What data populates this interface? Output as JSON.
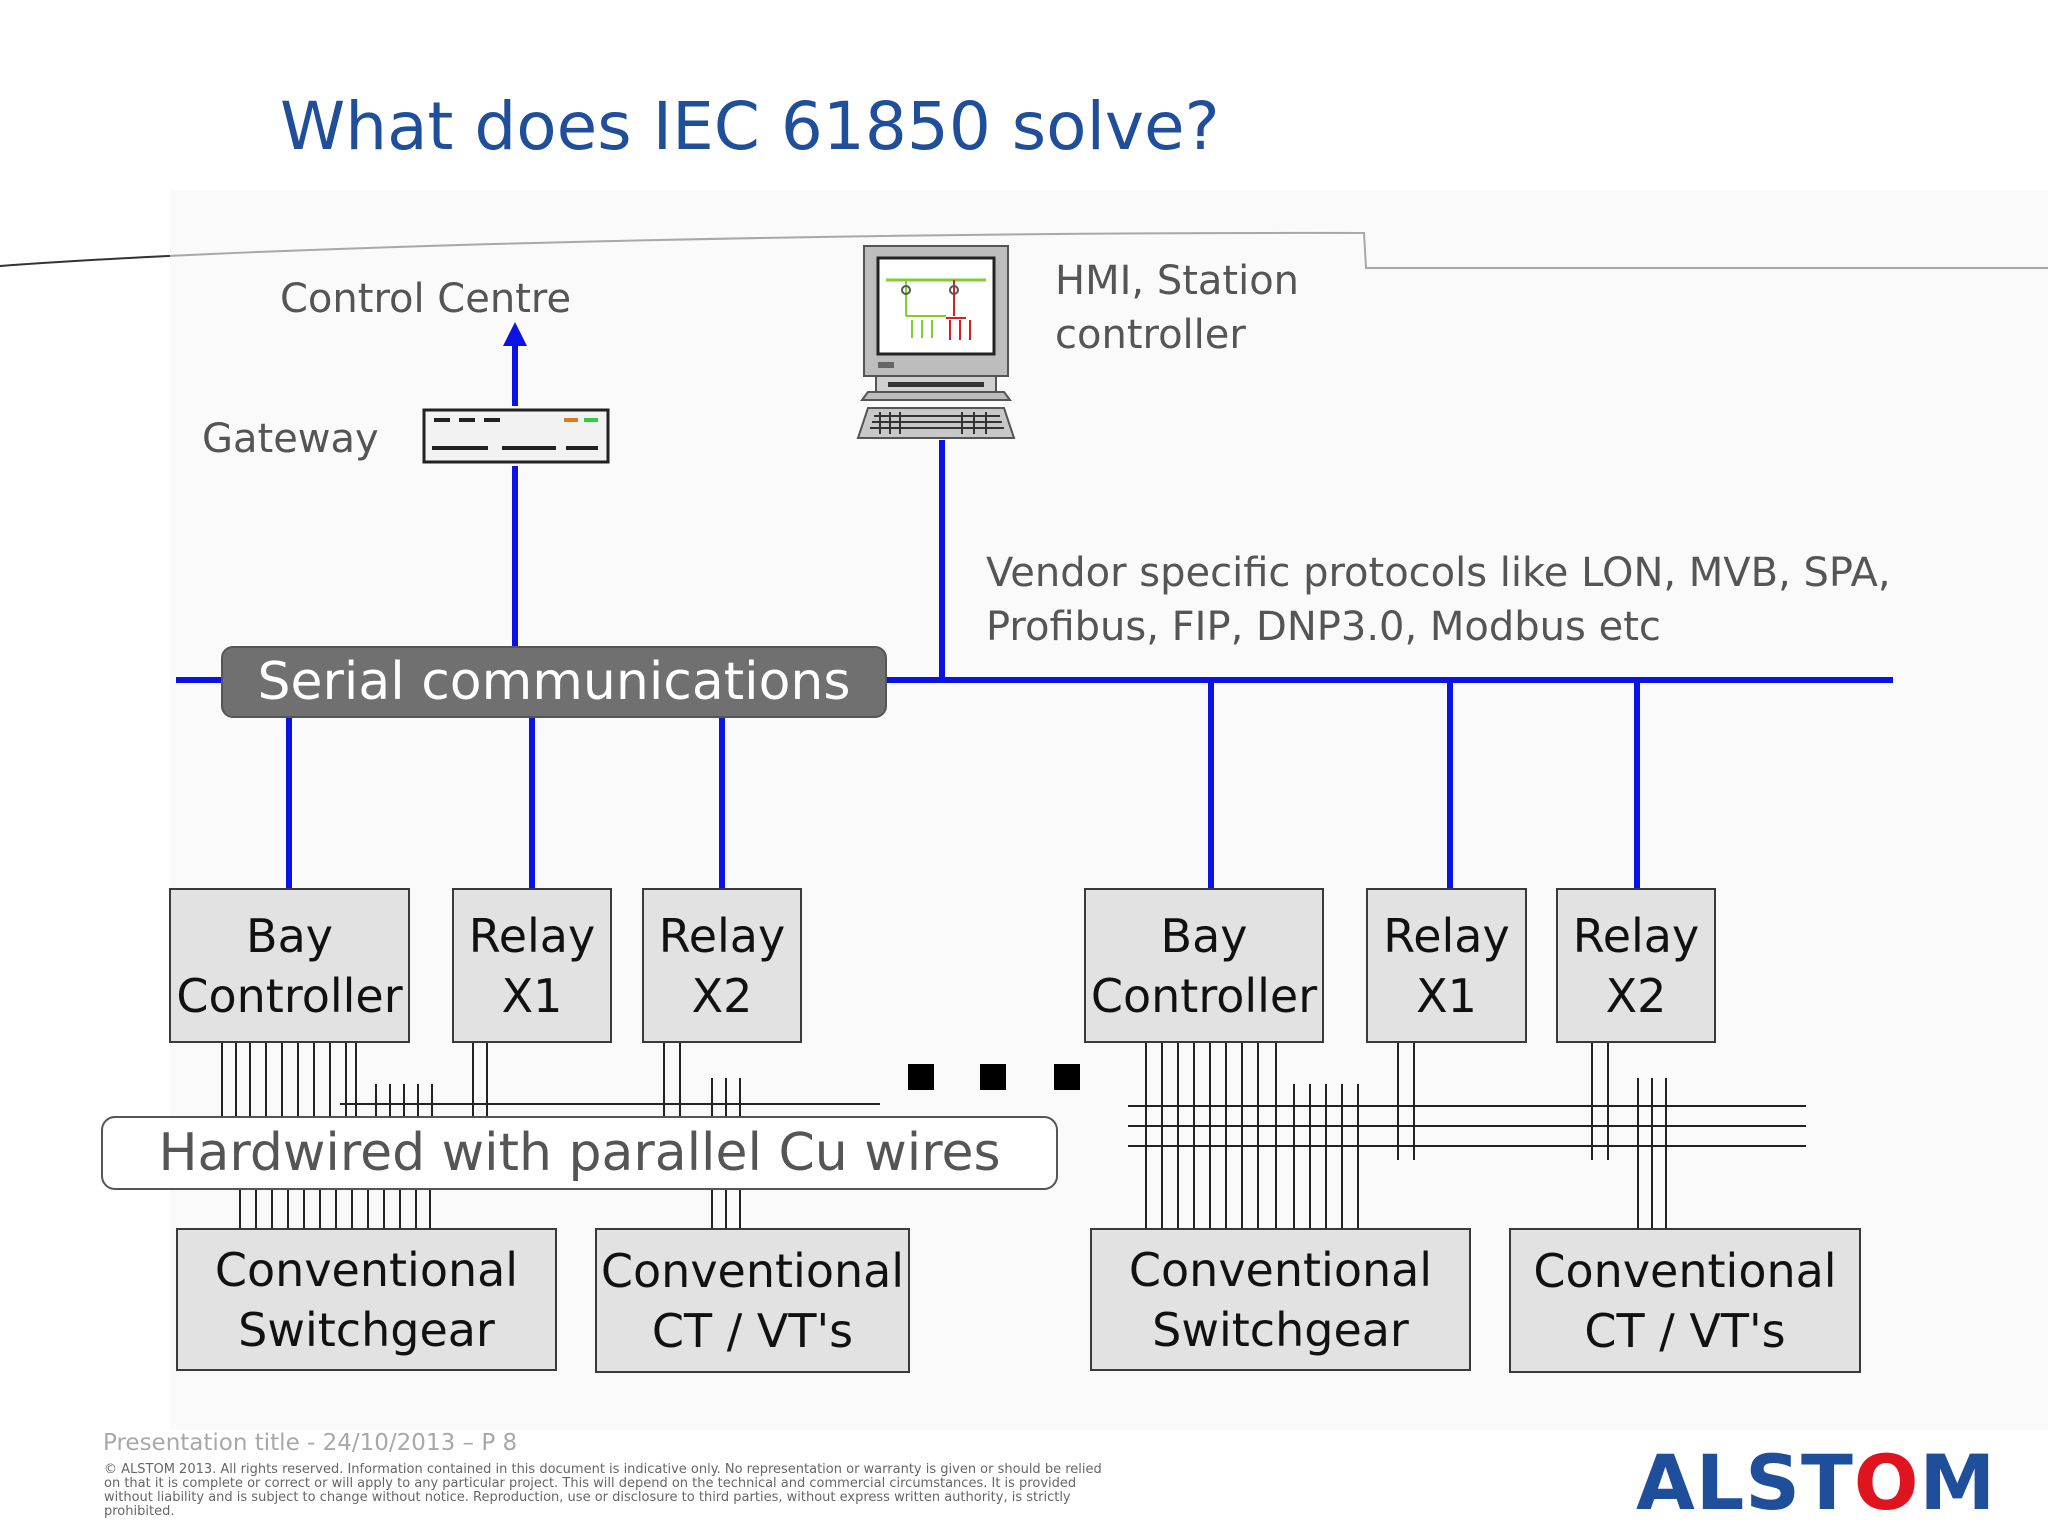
{
  "title": "What does IEC 61850 solve?",
  "labels": {
    "control_centre": "Control Centre",
    "gateway": "Gateway",
    "hmi_line1": "HMI, Station",
    "hmi_line2": "controller",
    "protocols_line1": "Vendor specific protocols like LON, MVB, SPA,",
    "protocols_line2": "Profibus, FIP, DNP3.0, Modbus etc",
    "serial": "Serial communications",
    "hardwired": "Hardwired with parallel Cu wires"
  },
  "boxes": {
    "bay_left": [
      "Bay",
      "Controller"
    ],
    "relay_x1_left": [
      "Relay",
      "X1"
    ],
    "relay_x2_left": [
      "Relay",
      "X2"
    ],
    "bay_right": [
      "Bay",
      "Controller"
    ],
    "relay_x1_right": [
      "Relay",
      "X1"
    ],
    "relay_x2_right": [
      "Relay",
      "X2"
    ],
    "switchgear_left": [
      "Conventional",
      "Switchgear"
    ],
    "ctvt_left": [
      "Conventional",
      "CT / VT's"
    ],
    "switchgear_right": [
      "Conventional",
      "Switchgear"
    ],
    "ctvt_right": [
      "Conventional",
      "CT / VT's"
    ]
  },
  "footer": {
    "presentation": "Presentation title - 24/10/2013 – P 8",
    "copyright": "© ALSTOM 2013. All rights reserved. Information contained in this document is indicative only. No representation or warranty is given or should be relied on that it is complete or correct or will apply to any particular project. This will depend on the technical and commercial circumstances. It is provided without liability and is subject to change without notice. Reproduction, use or disclosure to third parties, without express written authority, is strictly prohibited.",
    "logo_pre": "ALST",
    "logo_o": "O",
    "logo_post": "M"
  },
  "colors": {
    "title": "#1f4e9a",
    "bus_line": "#0a12e6",
    "box_fill": "#e2e2e2",
    "serial_fill": "#707070",
    "logo_blue": "#1f4e9a",
    "logo_red": "#e0141e"
  }
}
